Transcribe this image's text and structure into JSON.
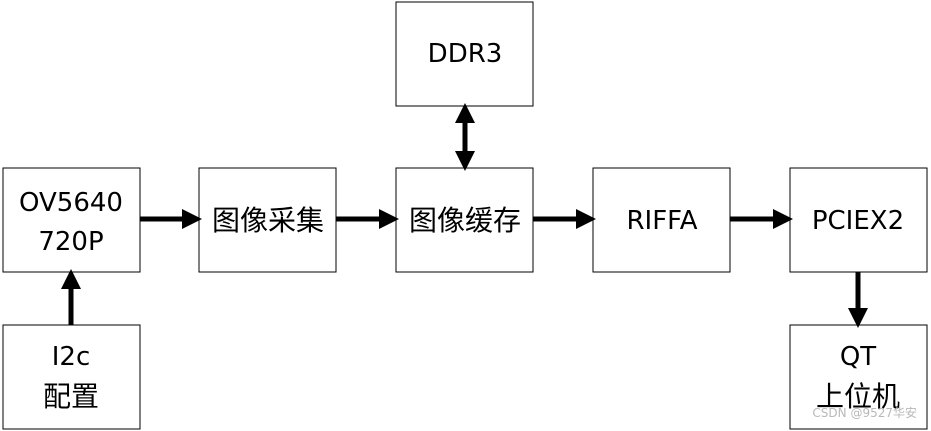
{
  "blocks": {
    "ov5640": {
      "line1": "OV5640",
      "line2": "720P"
    },
    "i2c": {
      "line1": "I2c",
      "line2": "配置"
    },
    "capture": {
      "label": "图像采集"
    },
    "cache": {
      "label": "图像缓存"
    },
    "ddr3": {
      "label": "DDR3"
    },
    "riffa": {
      "label": "RIFFA"
    },
    "pciex2": {
      "label": "PCIEX2"
    },
    "qt": {
      "line1": "QT",
      "line2": "上位机"
    }
  },
  "watermark": "CSDN @9527华安"
}
